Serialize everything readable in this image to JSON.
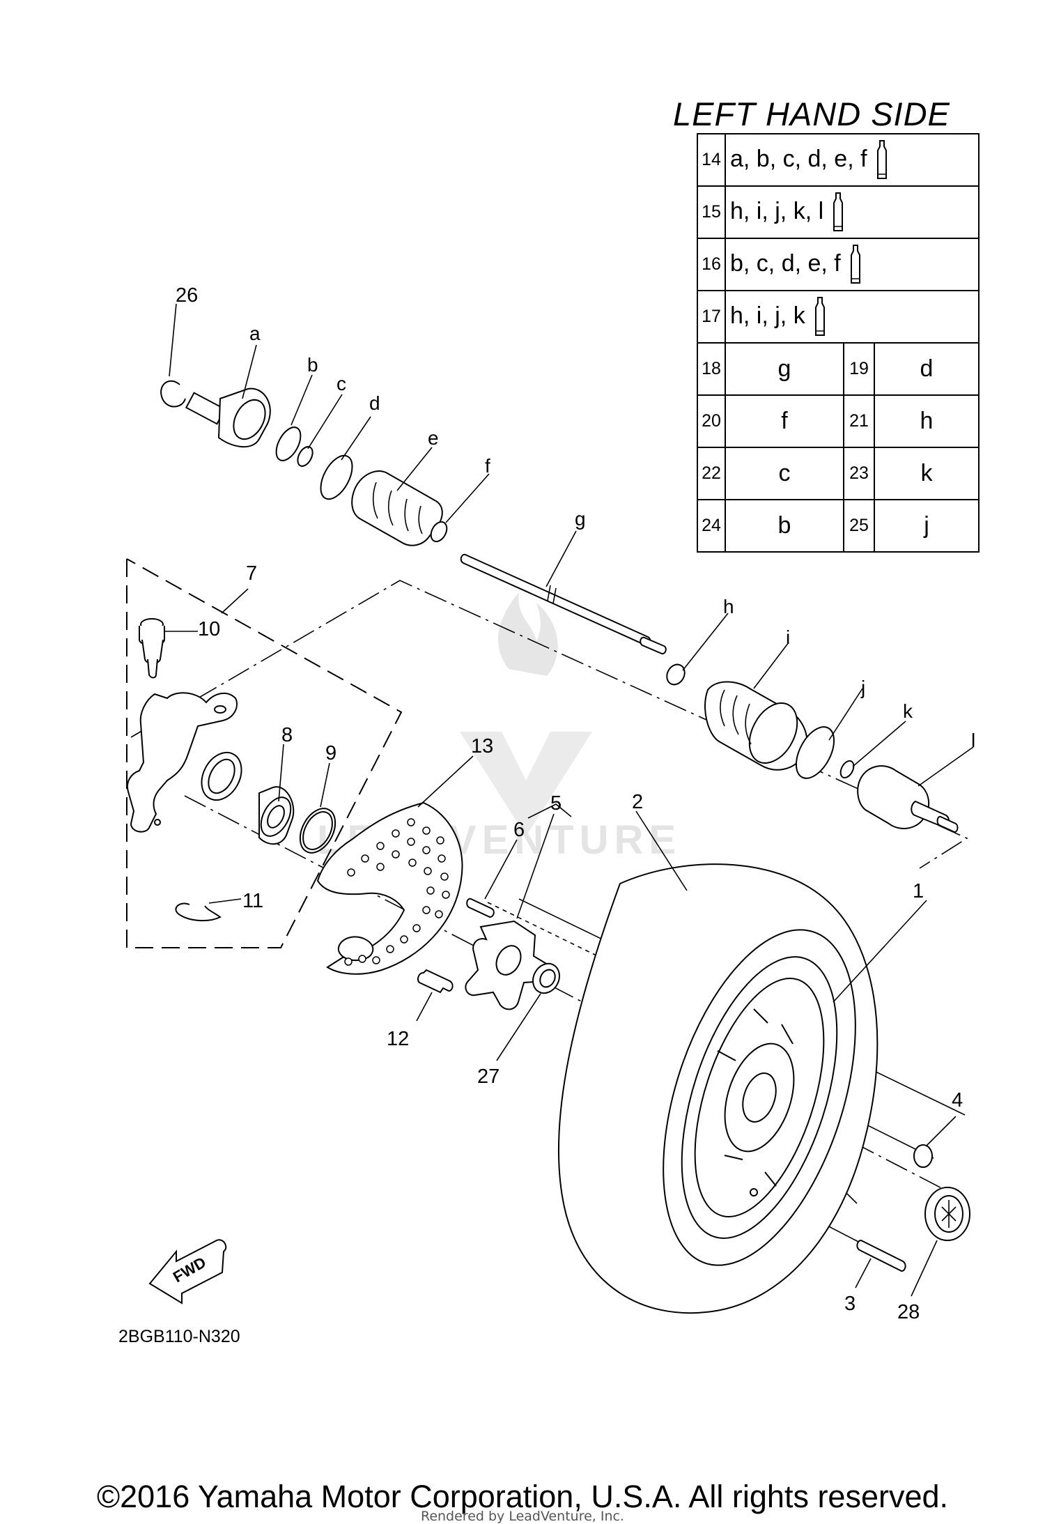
{
  "table": {
    "title": "LEFT HAND SIDE",
    "kits": [
      {
        "num": "14",
        "parts": "a, b, c, d, e, f"
      },
      {
        "num": "15",
        "parts": "h, i, j, k, l"
      },
      {
        "num": "16",
        "parts": "b, c, d, e, f"
      },
      {
        "num": "17",
        "parts": "h, i, j, k"
      }
    ],
    "pairs": [
      {
        "n1": "18",
        "v1": "g",
        "n2": "19",
        "v2": "d"
      },
      {
        "n1": "20",
        "v1": "f",
        "n2": "21",
        "v2": "h"
      },
      {
        "n1": "22",
        "v1": "c",
        "n2": "23",
        "v2": "k"
      },
      {
        "n1": "24",
        "v1": "b",
        "n2": "25",
        "v2": "j"
      }
    ]
  },
  "part_numbers": [
    "1",
    "2",
    "3",
    "4",
    "5",
    "6",
    "7",
    "8",
    "9",
    "10",
    "11",
    "12",
    "13",
    "26",
    "27",
    "28"
  ],
  "part_letters": [
    "a",
    "b",
    "c",
    "d",
    "e",
    "f",
    "g",
    "h",
    "i",
    "j",
    "k",
    "l"
  ],
  "fwd_label": "FWD",
  "diagram_code": "2BGB110-N320",
  "watermark_text": "LEADVENTURE",
  "copyright": "©2016 Yamaha Motor Corporation, U.S.A. All rights reserved.",
  "rendered_by": "Rendered by LeadVenture, Inc."
}
